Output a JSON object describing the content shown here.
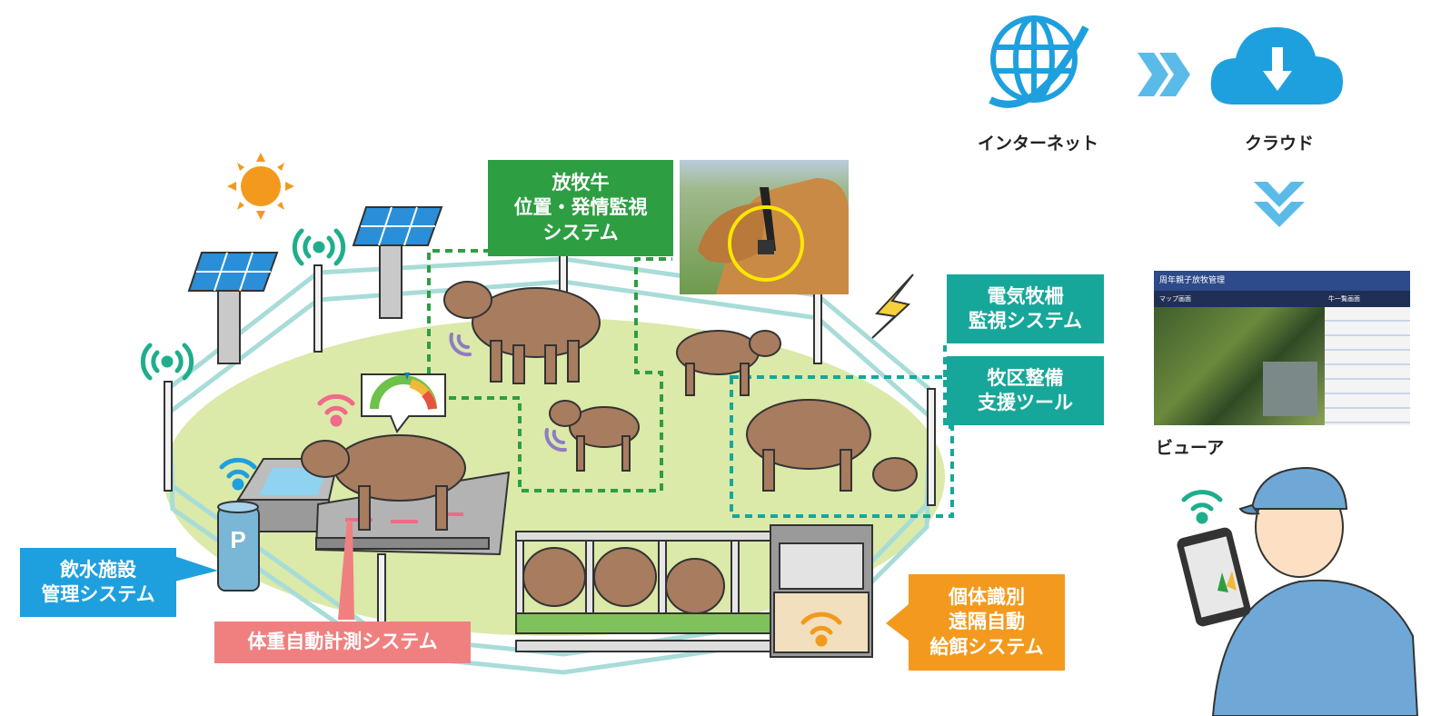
{
  "labels": {
    "grazing": [
      "放牧牛",
      "位置・発情監視",
      "システム"
    ],
    "fence": [
      "電気牧柵",
      "監視システム"
    ],
    "pasture": [
      "牧区整備",
      "支援ツール"
    ],
    "water": [
      "飲水施設",
      "管理システム"
    ],
    "weight": "体重自動計測システム",
    "feeding": [
      "個体識別",
      "遠隔自動",
      "給餌システム"
    ]
  },
  "top_flow": {
    "internet": "インターネット",
    "cloud": "クラウド",
    "viewer": "ビューア"
  },
  "water_tank_letter": "P",
  "viewer_screen": {
    "title": "周年親子放牧管理",
    "panel_left": "マップ画面",
    "panel_right": "牛一覧画面"
  },
  "colors": {
    "green": "#2e9e43",
    "teal": "#17a79a",
    "blue": "#1ea0de",
    "pink": "#f08080",
    "orange": "#f39a1e",
    "cow": "#a77c5f",
    "pasture": "#dbe9a9",
    "fence": "#a8dcd8"
  }
}
